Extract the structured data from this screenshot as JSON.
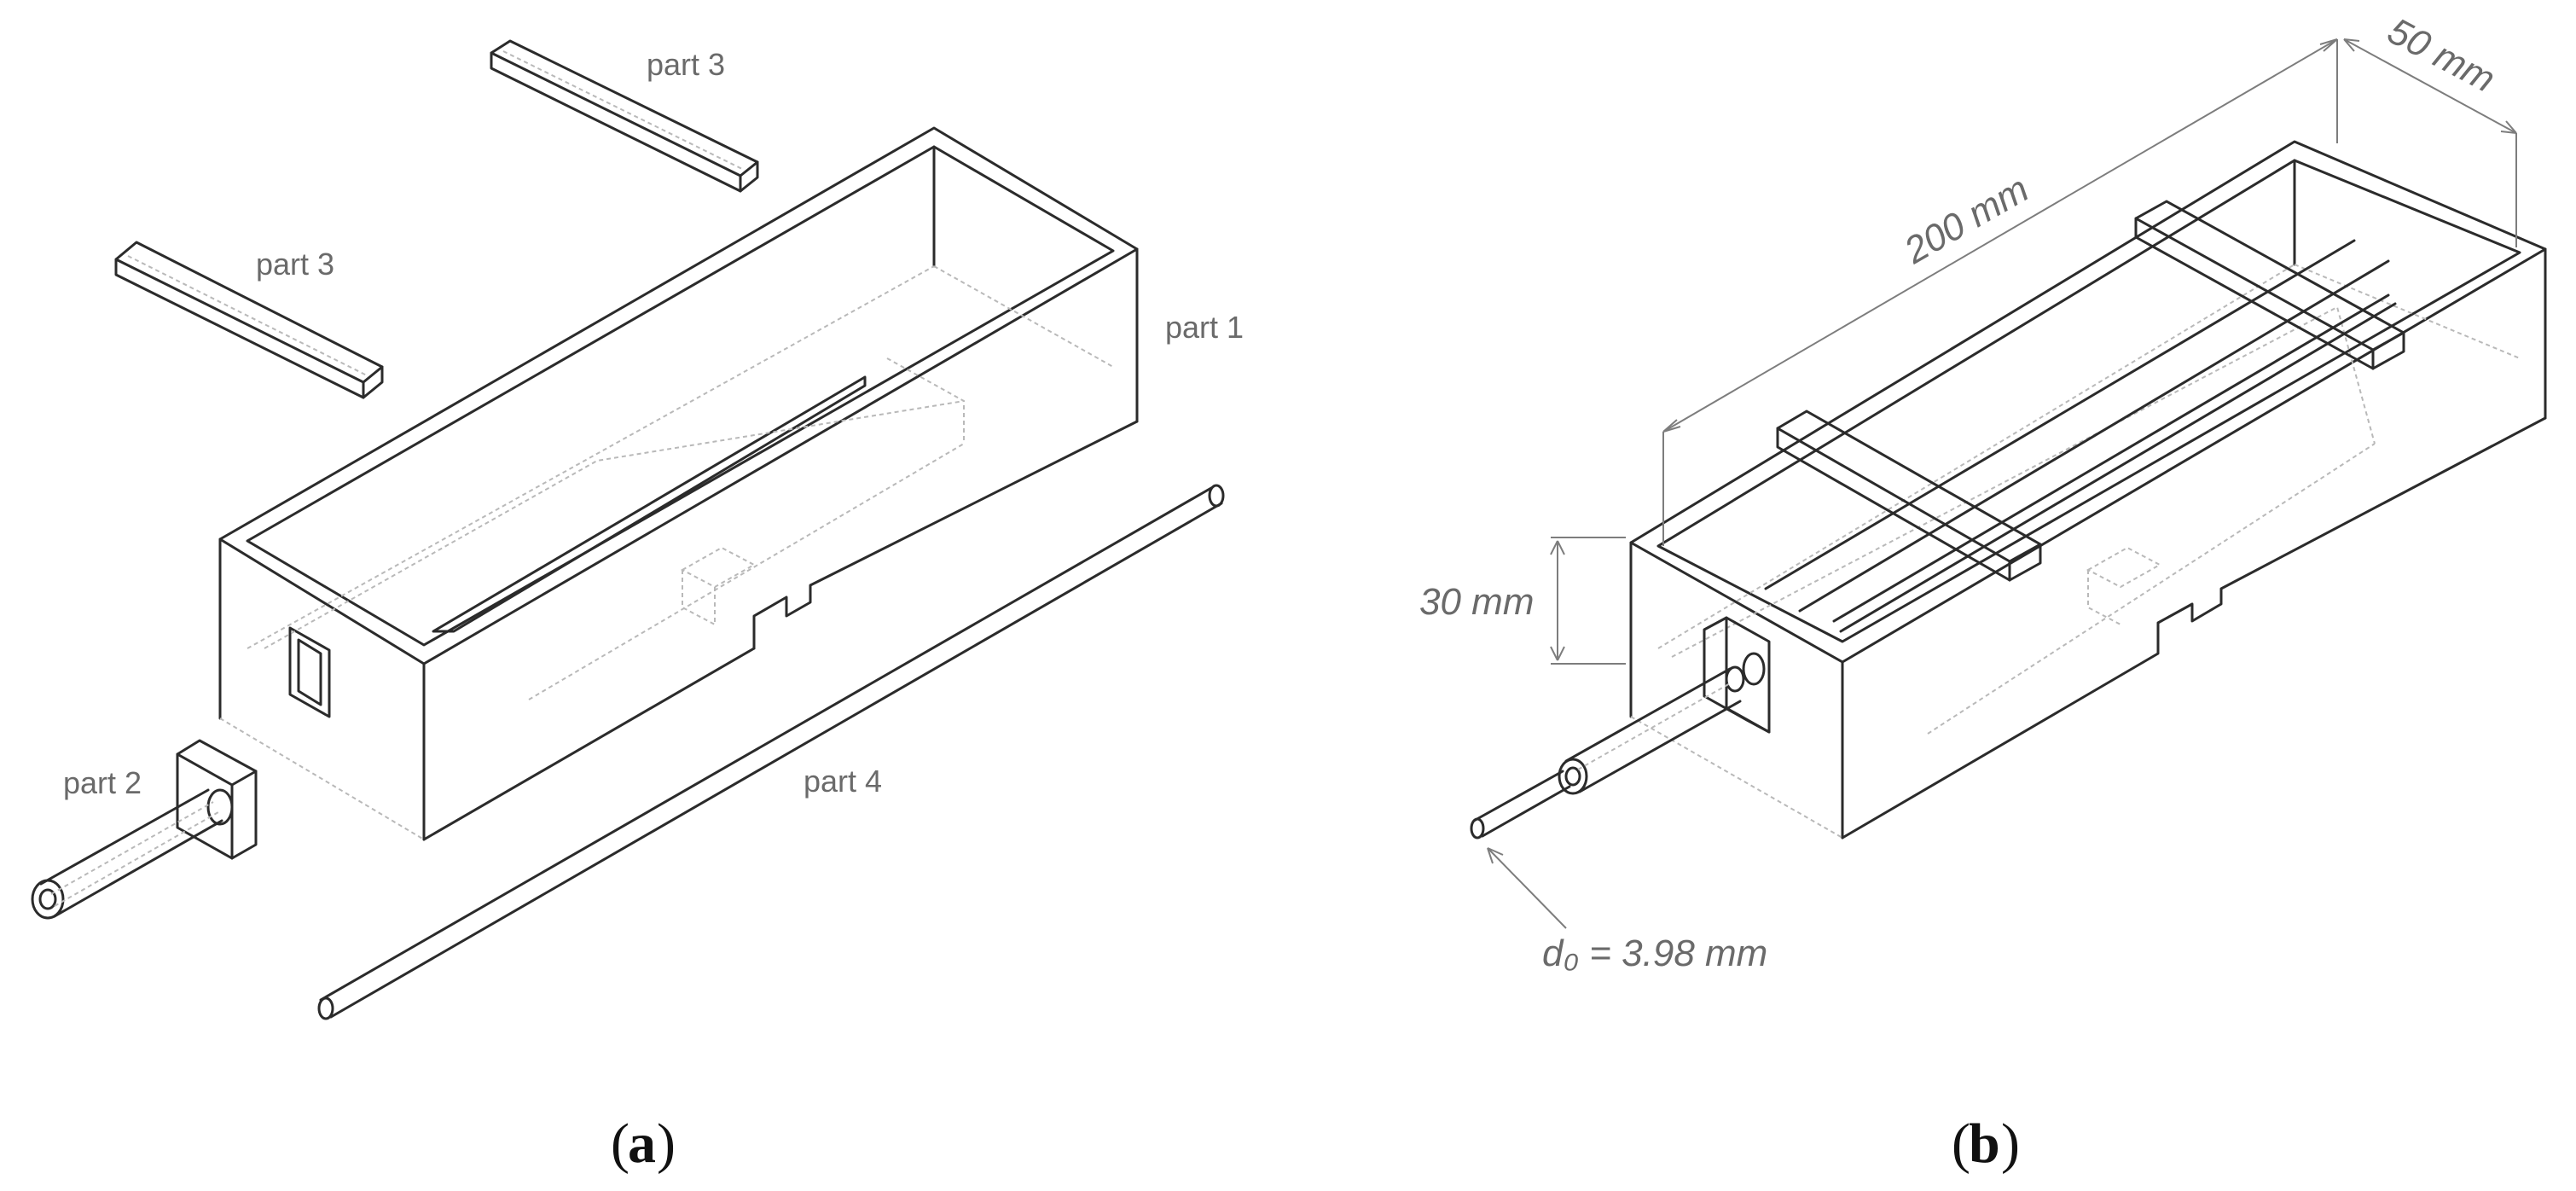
{
  "panel_a": {
    "caption_open": "(",
    "caption_letter": "a",
    "caption_close": ")",
    "labels": {
      "part3_top": "part 3",
      "part3_left": "part 3",
      "part1": "part 1",
      "part2": "part 2",
      "part4": "part 4"
    }
  },
  "panel_b": {
    "caption_open": "(",
    "caption_letter": "b",
    "caption_close": ")",
    "dimensions": {
      "length": "200 mm",
      "width": "50 mm",
      "height": "30 mm",
      "diameter": "d₀ = 3.98 mm"
    }
  }
}
